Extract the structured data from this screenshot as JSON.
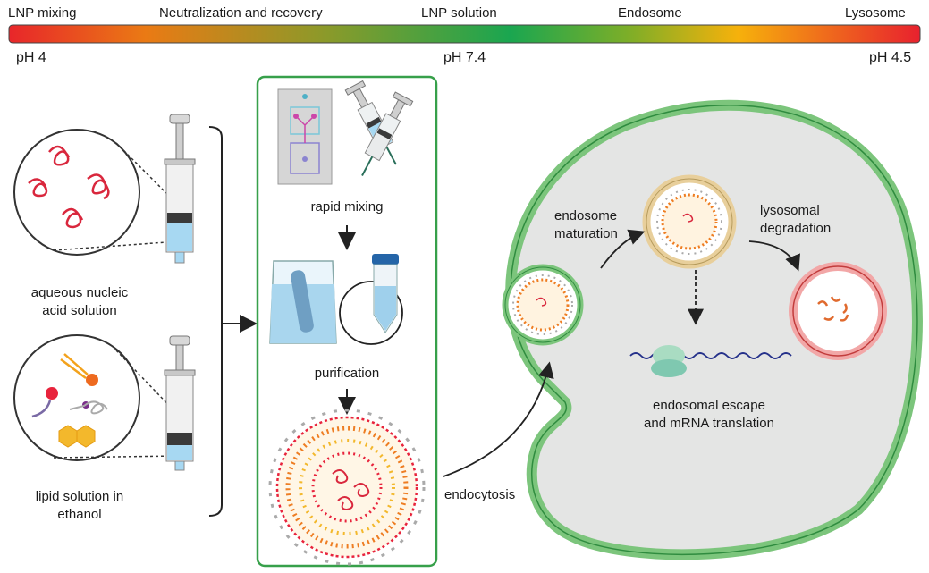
{
  "stages": [
    "LNP mixing",
    "Neutralization and recovery",
    "LNP solution",
    "Endosome",
    "Lysosome"
  ],
  "ph_labels": [
    "pH 4",
    "pH 7.4",
    "pH 4.5"
  ],
  "colors": {
    "gradient": [
      "#e8262a",
      "#ea7a14",
      "#8a9a2a",
      "#1aa650",
      "#7dae28",
      "#f6b10b",
      "#e8212e"
    ],
    "frame_green": "#37a04a",
    "cell_fill": "#e4e5e4",
    "cell_border": "#7cc57c",
    "rna_red": "#d9273d"
  },
  "left": {
    "aqueous_label": [
      "aqueous nucleic",
      "acid solution"
    ],
    "lipid_label": [
      "lipid solution in",
      "ethanol"
    ]
  },
  "center": {
    "rapid_mixing": "rapid mixing",
    "purification": "purification"
  },
  "right": {
    "endocytosis": "endocytosis",
    "endosome_maturation": [
      "endosome",
      "maturation"
    ],
    "lysosomal_degradation": [
      "lysosomal",
      "degradation"
    ],
    "escape": [
      "endosomal escape",
      "and mRNA translation"
    ]
  }
}
